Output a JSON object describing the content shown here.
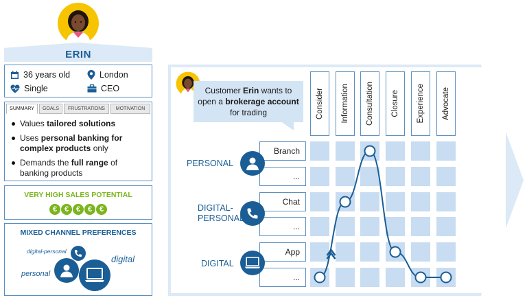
{
  "persona": {
    "name": "ERIN",
    "facts": {
      "age": "36 years old",
      "city": "London",
      "status": "Single",
      "role": "CEO"
    },
    "tabs": [
      "SUMMARY",
      "GOALS",
      "FRUSTRATIONS",
      "MOTIVATION"
    ],
    "active_tab": "SUMMARY",
    "summary": [
      {
        "pre": "Values ",
        "bold": "tailored solutions",
        "post": ""
      },
      {
        "pre": "Uses ",
        "bold": "personal banking for complex products",
        "post": " only"
      },
      {
        "pre": "Demands the ",
        "bold": "full range",
        "post": " of banking products"
      }
    ],
    "sales_potential": {
      "label": "VERY HIGH SALES POTENTIAL",
      "coin_symbol": "€",
      "coin_count": 5,
      "color": "#7ab51d"
    },
    "channel_preferences": {
      "title": "MIXED CHANNEL PREFERENCES",
      "labels": {
        "digital_personal": "digital-personal",
        "digital": "digital",
        "personal": "personal"
      }
    }
  },
  "journey": {
    "speech": {
      "pre": "Customer ",
      "name": "Erin",
      "mid": " wants to open a ",
      "bold": "brokerage account",
      "post": " for trading"
    },
    "stages": [
      "Consider",
      "Information",
      "Consultation",
      "Closure",
      "Experience",
      "Advocate"
    ],
    "channel_groups": [
      {
        "label": "PERSONAL",
        "icon": "person-icon",
        "channels": [
          "Branch",
          "..."
        ]
      },
      {
        "label": "DIGITAL-\nPERSONAL",
        "icon": "phone-icon",
        "channels": [
          "Chat",
          "..."
        ]
      },
      {
        "label": "DIGITAL",
        "icon": "laptop-icon",
        "channels": [
          "App",
          "..."
        ]
      }
    ],
    "path": [
      {
        "stage": "Consider",
        "row": 5
      },
      {
        "stage": "Information",
        "row": 2
      },
      {
        "stage": "Consultation",
        "row": 0
      },
      {
        "stage": "Closure",
        "row": 4
      },
      {
        "stage": "Experience",
        "row": 5
      },
      {
        "stage": "Advocate",
        "row": 5
      }
    ]
  },
  "colors": {
    "brand": "#1b5e96",
    "light_blue": "#dce9f6",
    "cell": "#c8dcf2",
    "green": "#7ab51d"
  }
}
